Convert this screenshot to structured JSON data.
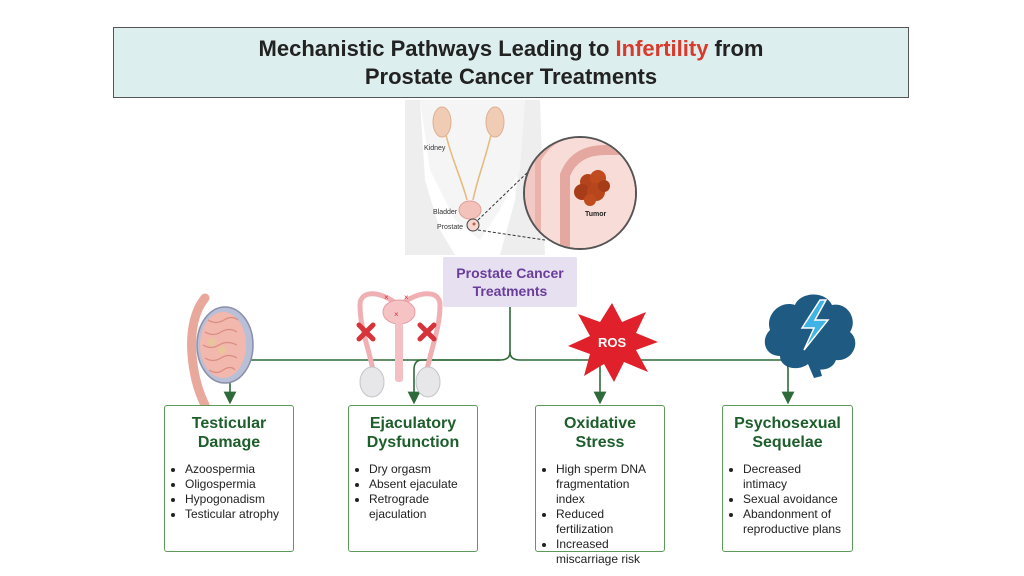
{
  "title": {
    "line1_before": "Mechanistic Pathways Leading to ",
    "line1_highlight": "Infertility",
    "line1_after": " from",
    "line2": "Prostate Cancer Treatments"
  },
  "anatomy_labels": {
    "kidney": "Kidney",
    "bladder": "Bladder",
    "prostate": "Prostate",
    "tumor": "Tumor"
  },
  "center": {
    "line1": "Prostate Cancer",
    "line2": "Treatments"
  },
  "ros_label": "ROS",
  "cards": [
    {
      "title_line1": "Testicular",
      "title_line2": "Damage",
      "items": [
        "Azoospermia",
        "Oligospermia",
        "Hypogonadism",
        "Testicular atrophy"
      ]
    },
    {
      "title_line1": "Ejaculatory",
      "title_line2": "Dysfunction",
      "items": [
        "Dry orgasm",
        "Absent ejaculate",
        "Retrograde ejaculation"
      ]
    },
    {
      "title_line1": "Oxidative",
      "title_line2": "Stress",
      "items": [
        "High sperm DNA fragmentation index",
        "Reduced fertilization",
        "Increased miscarriage risk"
      ]
    },
    {
      "title_line1": "Psychosexual",
      "title_line2": "Sequelae",
      "items": [
        "Decreased intimacy",
        "Sexual avoidance",
        "Abandonment of reproductive plans"
      ]
    }
  ],
  "colors": {
    "title_bg": "#dceeed",
    "highlight_red": "#d93a2b",
    "center_bg": "#e6e0f1",
    "center_text": "#6a3d9a",
    "card_border": "#5b9a58",
    "card_title": "#1d5e2b",
    "connector": "#2f6b3a",
    "ros_red": "#e0202a",
    "brain_blue": "#1e5a82"
  }
}
